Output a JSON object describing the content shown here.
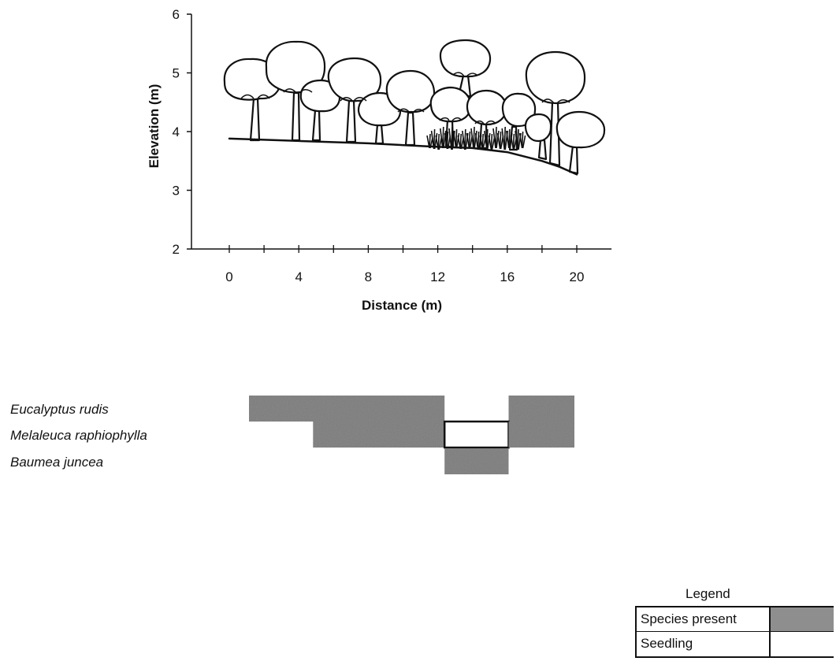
{
  "chart_data": {
    "type": "profile",
    "xlabel": "Distance (m)",
    "ylabel": "Elevation (m)",
    "xlim": [
      -1,
      22
    ],
    "ylim": [
      2,
      6
    ],
    "xticks": [
      0,
      4,
      8,
      12,
      16,
      20
    ],
    "yticks": [
      2,
      3,
      4,
      5,
      6
    ],
    "ground_profile": {
      "x": [
        0,
        4,
        8,
        12,
        14,
        16,
        18,
        19,
        20
      ],
      "y": [
        3.88,
        3.84,
        3.8,
        3.74,
        3.72,
        3.65,
        3.5,
        3.4,
        3.27
      ]
    }
  },
  "species": [
    {
      "name": "Eucalyptus rudis",
      "segments": [
        {
          "from": 1,
          "to": 12.3,
          "status": "present"
        },
        {
          "from": 16,
          "to": 19.8,
          "status": "present"
        }
      ]
    },
    {
      "name": "Melaleuca raphiophylla",
      "segments": [
        {
          "from": 4.7,
          "to": 12.3,
          "status": "present"
        },
        {
          "from": 12.3,
          "to": 16,
          "status": "seedling"
        },
        {
          "from": 16,
          "to": 19.8,
          "status": "present"
        }
      ]
    },
    {
      "name": "Baumea juncea",
      "segments": [
        {
          "from": 12.3,
          "to": 16,
          "status": "present"
        }
      ]
    }
  ],
  "legend": {
    "title": "Legend",
    "items": [
      {
        "label": "Species present",
        "key": "present"
      },
      {
        "label": "Seedling",
        "key": "seedling"
      }
    ]
  },
  "colors": {
    "present": "#8e8e8e",
    "seedling": "#ffffff",
    "ink": "#111111"
  }
}
